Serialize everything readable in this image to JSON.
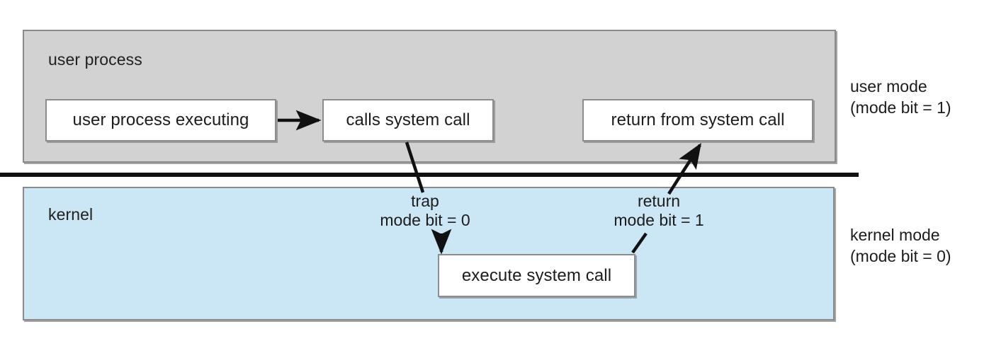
{
  "figure": {
    "type": "diagram",
    "subject": "transition-from-user-to-kernel-mode",
    "regions": [
      {
        "id": "user",
        "caption": "user process",
        "fill": "#d2d2d2",
        "side_label_line1": "user mode",
        "side_label_line2": "(mode bit = 1)"
      },
      {
        "id": "kernel",
        "caption": "kernel",
        "fill": "#cbe6f5",
        "side_label_line1": "kernel mode",
        "side_label_line2": "(mode bit = 0)"
      }
    ],
    "steps": [
      {
        "id": "user-process-executing",
        "label": "user process executing"
      },
      {
        "id": "calls-system-call",
        "label": "calls system call"
      },
      {
        "id": "return-from-system-call",
        "label": "return from system call"
      },
      {
        "id": "execute-system-call",
        "label": "execute system call"
      }
    ],
    "transitions": [
      {
        "id": "trap",
        "name": "trap",
        "detail": "mode bit = 0",
        "from": "calls-system-call",
        "to": "execute-system-call"
      },
      {
        "id": "return",
        "name": "return",
        "detail": "mode bit = 1",
        "from": "execute-system-call",
        "to": "return-from-system-call"
      }
    ],
    "colors": {
      "user_region_fill": "#d2d2d2",
      "kernel_region_fill": "#cbe6f5",
      "box_fill": "#ffffff",
      "box_border": "#8c8c8c",
      "line": "#111111",
      "text": "#1c1c1c"
    }
  }
}
